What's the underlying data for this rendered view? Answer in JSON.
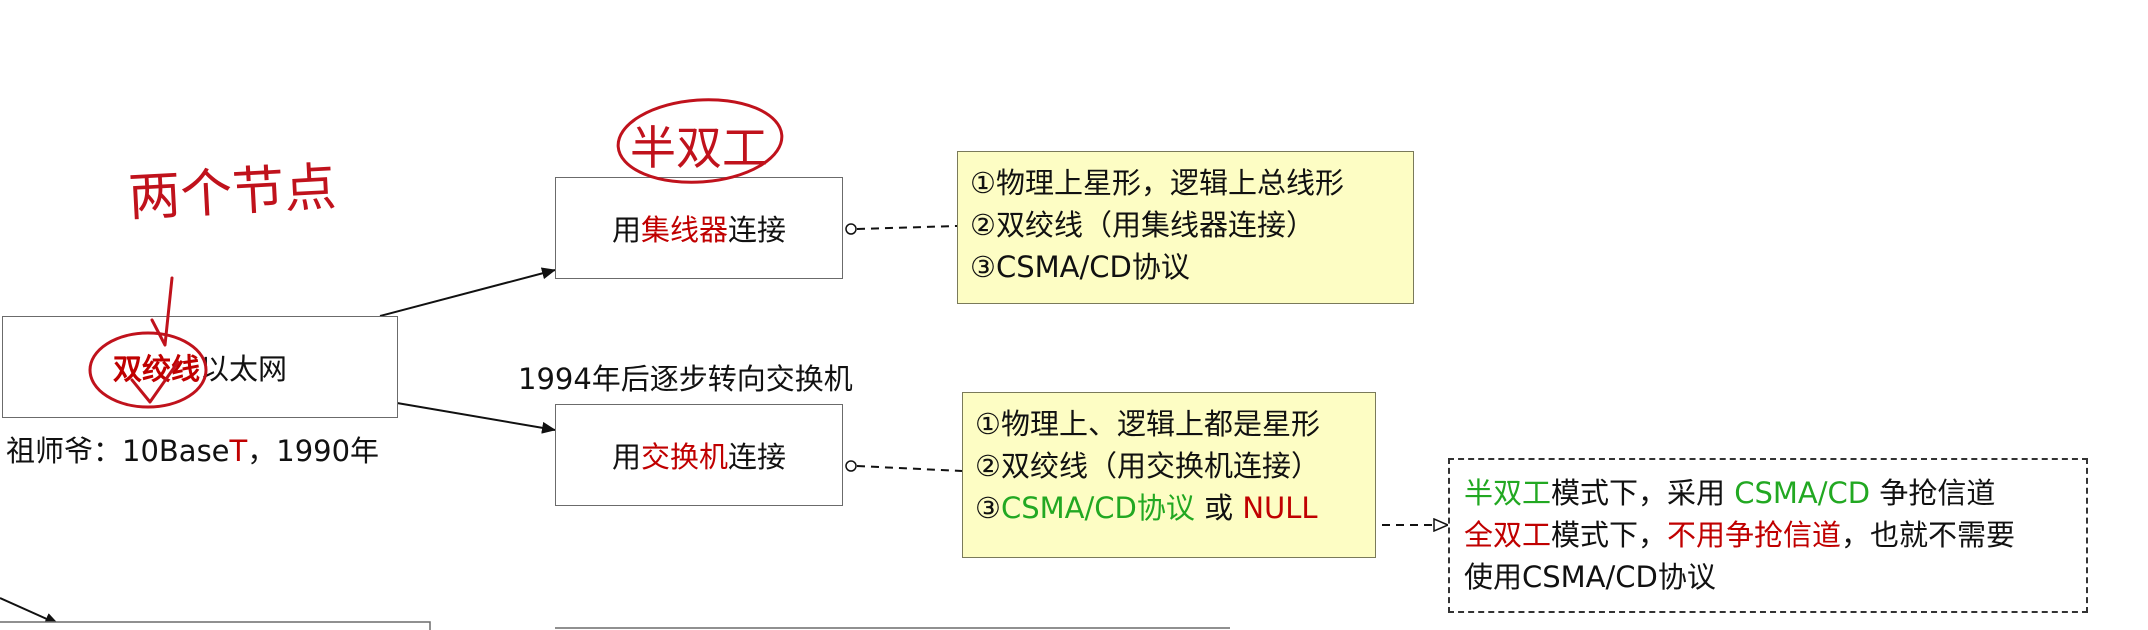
{
  "colors": {
    "accent_red": "#c00000",
    "accent_green": "#22a822",
    "note_bg": "#fdfdc4",
    "ink": "#c0121c"
  },
  "root": {
    "prefix": "双绞线",
    "suffix": "以太网"
  },
  "ancestor_caption": {
    "prefix": "祖师爷：10Base",
    "highlight": "T",
    "suffix": "，1990年"
  },
  "hub_box": {
    "prefix": "用",
    "highlight": "集线器",
    "suffix": "连接"
  },
  "switch_box": {
    "prefix": "用",
    "highlight": "交换机",
    "suffix": "连接"
  },
  "transition_label": "1994年后逐步转向交换机",
  "hub_note": {
    "line1": "①物理上星形，逻辑上总线形",
    "line2": "②双绞线（用集线器连接）",
    "line3": "③CSMA/CD协议"
  },
  "switch_note": {
    "line1": "①物理上、逻辑上都是星形",
    "line2": "②双绞线（用交换机连接）",
    "line3_num": "③",
    "line3_green": "CSMA/CD协议",
    "line3_mid": " 或 ",
    "line3_red": "NULL"
  },
  "duplex_note": {
    "l1_a": "半双工",
    "l1_b": "模式下，采用 ",
    "l1_c": "CSMA/CD",
    "l1_d": " 争抢信道",
    "l2_a": "全双工",
    "l2_b": "模式下，",
    "l2_c": "不用争抢信道",
    "l2_d": "，也就不需要",
    "l3": "使用CSMA/CD协议"
  },
  "handwriting": {
    "two_nodes": "两个节点",
    "half_duplex": "半双工"
  }
}
